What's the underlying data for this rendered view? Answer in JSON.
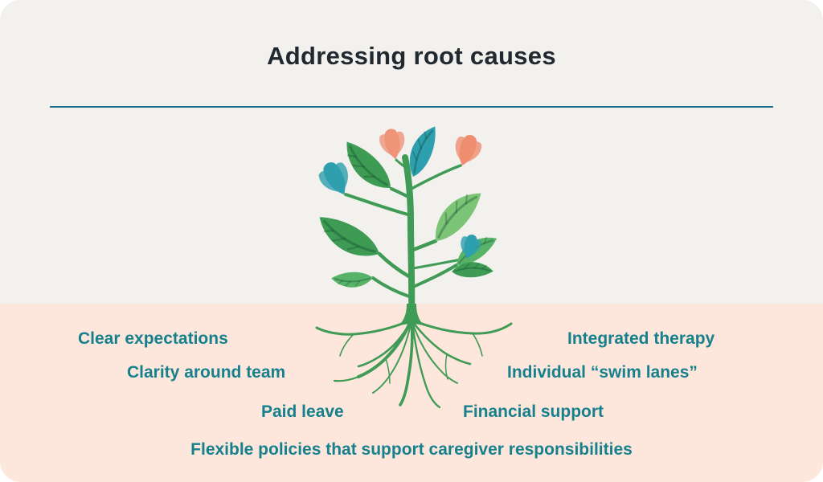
{
  "title": "Addressing root causes",
  "labels": {
    "clear_expectations": "Clear expectations",
    "integrated_therapy": "Integrated therapy",
    "clarity_around_team": "Clarity around team",
    "individual_swim_lanes": "Individual “swim lanes”",
    "paid_leave": "Paid leave",
    "financial_support": "Financial support",
    "flexible_policies": "Flexible policies that support caregiver responsibilities"
  },
  "illustration": {
    "icon": "plant-with-roots-icon"
  },
  "colors": {
    "top_background": "#f3f1ee",
    "bottom_background": "#fde7dc",
    "title_text": "#21282f",
    "divider": "#1d6f8b",
    "label_text": "#17808d",
    "leaf_green_dark": "#3e9b54",
    "leaf_green_mid": "#58b368",
    "leaf_green_light": "#7cc576",
    "leaf_teal": "#2d9fae",
    "flower_coral": "#ef9478",
    "stem_root_green": "#3f9b55"
  }
}
